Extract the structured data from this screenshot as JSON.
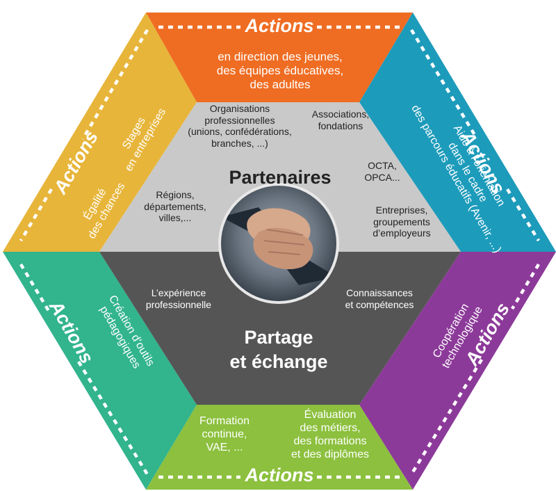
{
  "colors": {
    "top": "#ef6d23",
    "upper_right": "#1d9bbb",
    "lower_right": "#8c3a99",
    "bottom": "#8cc03e",
    "lower_left": "#32b48d",
    "upper_left": "#e7b53a",
    "center_top": "#c9c9c9",
    "center_bottom": "#555555"
  },
  "action_label": "Actions",
  "segments": {
    "top": "en direction des jeunes,\ndes équipes éducatives,\ndes adultes",
    "upper_left_a": "Stages\nen entreprises",
    "upper_left_b": "Égalité\ndes chances",
    "upper_right": "Aide à l’orientation\ndans le cadre\ndes parcours éducatifs (Avenir, ...)",
    "lower_right": "Coopération\ntechnologique",
    "lower_left": "Création d’outils\npédagogiques",
    "bottom_a": "Formation\ncontinue,\nVAE, ...",
    "bottom_b": "Évaluation\ndes métiers,\ndes formations\net des diplômes"
  },
  "center": {
    "partners_title": "Partenaires",
    "partners": [
      "Organisations\nprofessionnelles\n(unions, confédérations,\nbranches, ...)",
      "Associations,\nfondations",
      "OCTA,\nOPCA...",
      "Régions,\ndépartements,\nvilles,...",
      "Entreprises,\ngroupements\nd’employeurs"
    ],
    "share_title": "Partage\net échange",
    "share": [
      "L’expérience\nprofessionnelle",
      "Connaissances\net compétences"
    ]
  }
}
